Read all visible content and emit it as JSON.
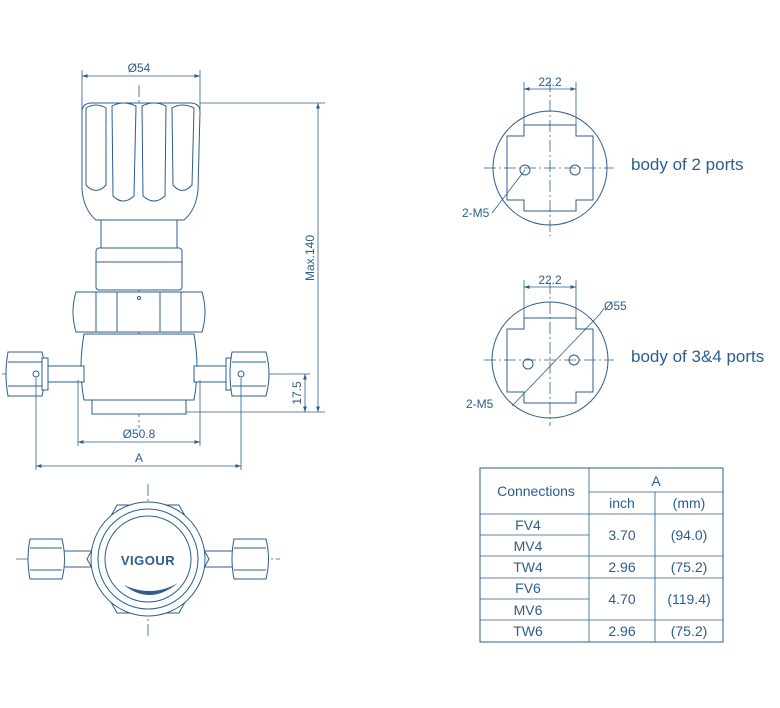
{
  "front_view": {
    "dia_knob": "Ø54",
    "height_max": "Max.140",
    "port_height": "17.5",
    "dia_body": "Ø50.8",
    "length": "A"
  },
  "body_2_ports": {
    "width": "22.2",
    "holes": "2-M5",
    "caption": "body of 2 ports"
  },
  "body_34_ports": {
    "width": "22.2",
    "diameter": "Ø55",
    "holes": "2-M5",
    "caption": "body of 3&4 ports"
  },
  "top_view": {
    "logo": "VIGOUR",
    "brand_color": "#2c5d8f"
  },
  "table": {
    "header_connections": "Connections",
    "header_a": "A",
    "header_inch": "inch",
    "header_mm": "(mm)",
    "connections": [
      "FV4",
      "MV4",
      "TW4",
      "FV6",
      "MV6",
      "TW6"
    ],
    "groups": [
      {
        "inch": "3.70",
        "mm": "(94.0)"
      },
      {
        "inch": "2.96",
        "mm": "(75.2)"
      },
      {
        "inch": "4.70",
        "mm": "(119.4)"
      },
      {
        "inch": "2.96",
        "mm": "(75.2)"
      }
    ]
  }
}
